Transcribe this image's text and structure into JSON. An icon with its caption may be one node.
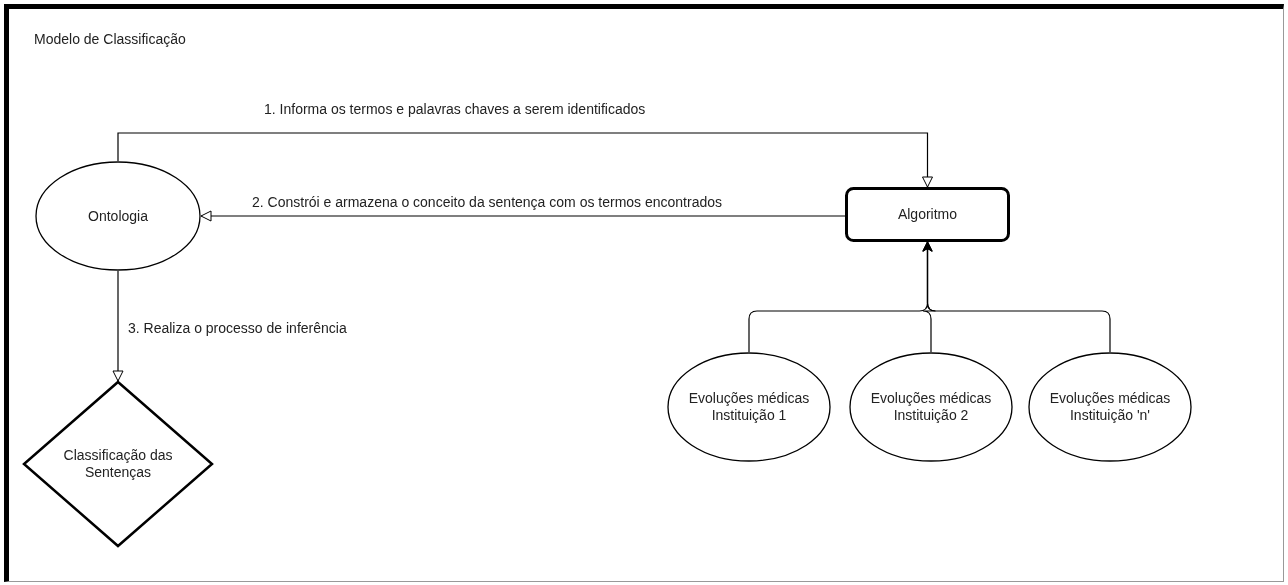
{
  "diagram": {
    "nodes": [
      {
        "text": [
          "Modelo de Classificação"
        ]
      },
      {
        "text": [
          "Ontologia"
        ],
        "in": 0
      },
      {
        "text": [
          "Algoritmo"
        ],
        "in": 0
      },
      {
        "text": [
          "Classificação das Sentenças"
        ],
        "in": 0
      },
      {
        "text": [
          "Evoluções médicas Instituição 1"
        ],
        "in": 0
      },
      {
        "text": [
          "Evoluções médicas Instituição 2"
        ],
        "in": 0
      },
      {
        "text": [
          "Evoluções médicas Instituição 'n'"
        ],
        "in": 0
      }
    ],
    "edges": [
      {
        "from": 1,
        "to": 2,
        "arrow": "to",
        "label": "1. Informa os termos e palavras chaves a serem identificados"
      },
      {
        "from": 2,
        "to": 1,
        "arrow": "to",
        "label": "2. Constrói e armazena o conceito da sentença com os termos encontrados"
      },
      {
        "from": 1,
        "to": 3,
        "arrow": "to",
        "label": "3. Realiza o processo de inferência"
      },
      {
        "from": 4,
        "to": 2,
        "arrow": "to"
      },
      {
        "from": 5,
        "to": 2,
        "arrow": "to"
      },
      {
        "from": 6,
        "to": 2,
        "arrow": "to"
      }
    ]
  }
}
